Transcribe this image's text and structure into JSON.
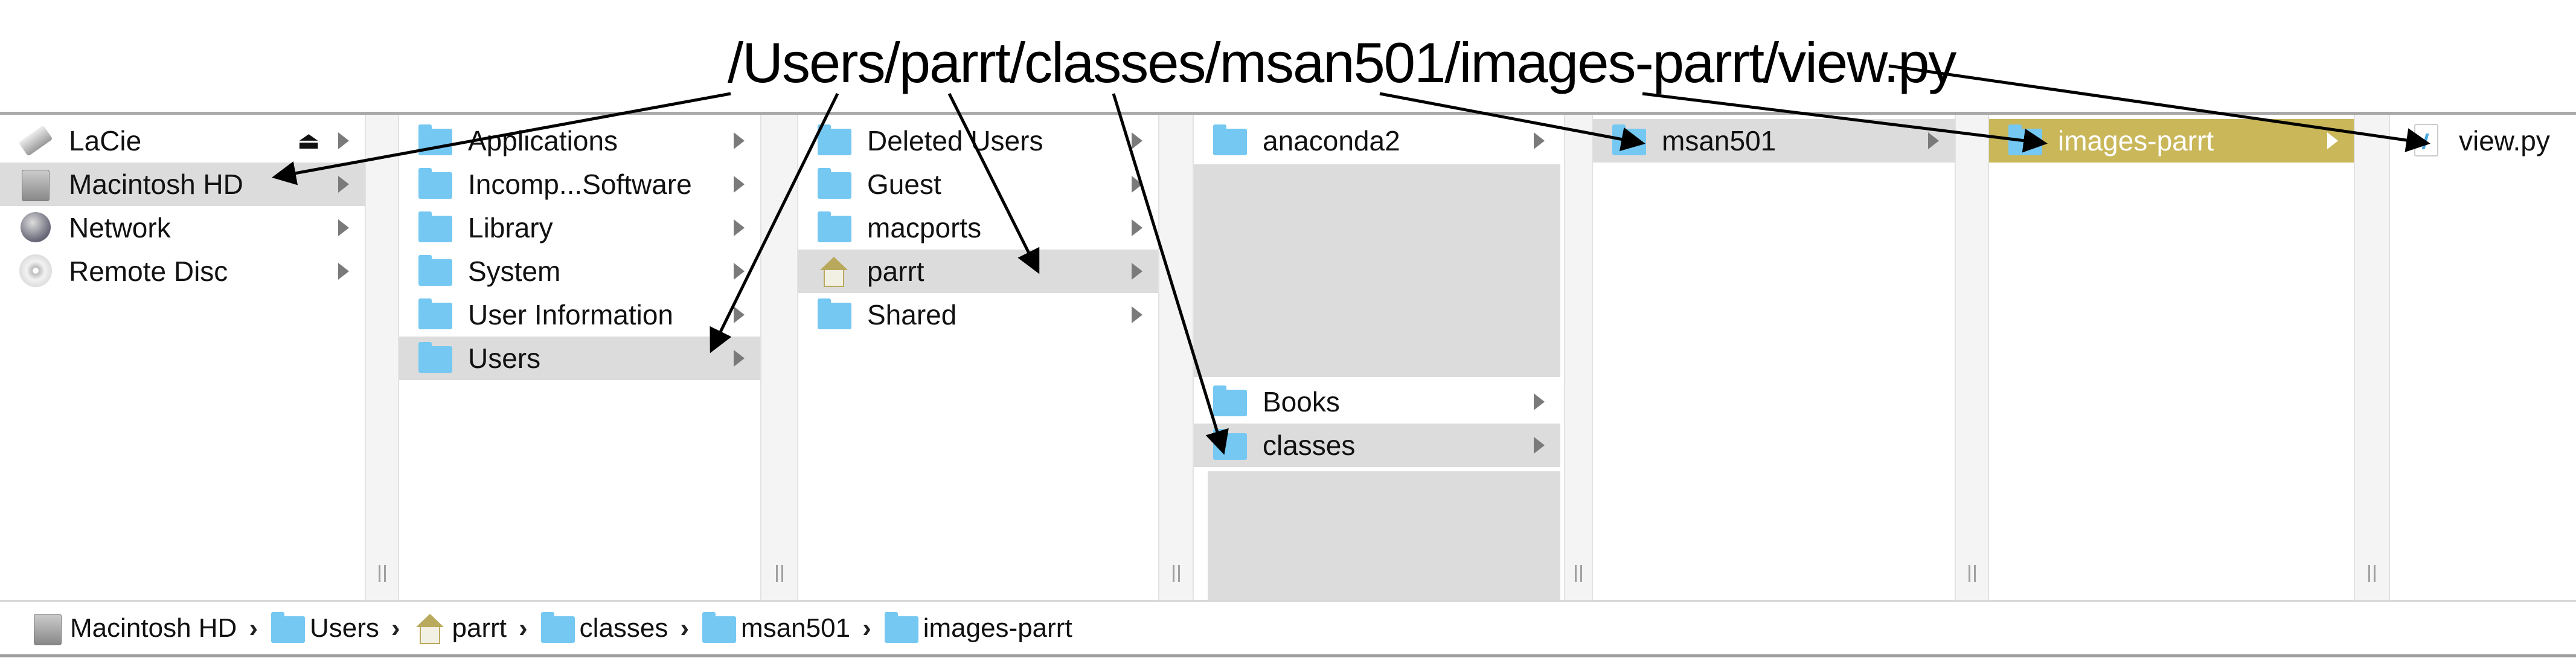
{
  "annotation": {
    "path_title": "/Users/parrt/classes/msan501/images-parrt/view.py"
  },
  "colors": {
    "selected_bg": "#dcdcdc",
    "active_bg": "#c9b75a",
    "folder": "#74c8f2"
  },
  "columns": [
    {
      "items": [
        {
          "label": "LaCie",
          "icon": "external-drive-icon",
          "eject": "⏏",
          "chevron": true
        },
        {
          "label": "Macintosh HD",
          "icon": "hard-drive-icon",
          "chevron": true,
          "state": "sel"
        },
        {
          "label": "Network",
          "icon": "network-globe-icon",
          "chevron": true
        },
        {
          "label": "Remote Disc",
          "icon": "disc-icon",
          "chevron": true
        }
      ]
    },
    {
      "items": [
        {
          "label": "Applications",
          "icon": "folder-icon",
          "chevron": true
        },
        {
          "label": "Incomp...Software",
          "icon": "folder-icon",
          "chevron": true
        },
        {
          "label": "Library",
          "icon": "folder-icon",
          "chevron": true
        },
        {
          "label": "System",
          "icon": "folder-icon",
          "chevron": true
        },
        {
          "label": "User Information",
          "icon": "folder-alias-icon",
          "chevron": true
        },
        {
          "label": "Users",
          "icon": "folder-icon",
          "chevron": true,
          "state": "sel"
        }
      ]
    },
    {
      "items": [
        {
          "label": "Deleted Users",
          "icon": "folder-icon",
          "chevron": true
        },
        {
          "label": "Guest",
          "icon": "folder-icon",
          "chevron": true
        },
        {
          "label": "macports",
          "icon": "folder-icon",
          "chevron": true
        },
        {
          "label": "parrt",
          "icon": "home-icon",
          "chevron": true,
          "state": "sel"
        },
        {
          "label": "Shared",
          "icon": "folder-icon",
          "chevron": true
        }
      ]
    },
    {
      "items": [
        {
          "label": "anaconda2",
          "icon": "folder-icon",
          "chevron": true,
          "index": 0
        },
        {
          "label": "Books",
          "icon": "folder-icon",
          "chevron": true,
          "index": 6
        },
        {
          "label": "classes",
          "icon": "folder-icon",
          "chevron": true,
          "state": "sel",
          "index": 7
        }
      ]
    },
    {
      "items": [
        {
          "label": "msan501",
          "icon": "folder-icon",
          "chevron": true,
          "state": "sel"
        }
      ]
    },
    {
      "items": [
        {
          "label": "images-parrt",
          "icon": "folder-icon",
          "chevron": true,
          "state": "active"
        }
      ]
    },
    {
      "items": [
        {
          "label": "view.py",
          "icon": "python-file-icon",
          "chevron": false
        }
      ]
    }
  ],
  "pathbar": [
    {
      "label": "Macintosh HD",
      "icon": "hard-drive-icon"
    },
    {
      "label": "Users",
      "icon": "folder-icon"
    },
    {
      "label": "parrt",
      "icon": "home-icon"
    },
    {
      "label": "classes",
      "icon": "folder-icon"
    },
    {
      "label": "msan501",
      "icon": "folder-icon"
    },
    {
      "label": "images-parrt",
      "icon": "folder-icon"
    }
  ],
  "pathbar_separator": "›"
}
